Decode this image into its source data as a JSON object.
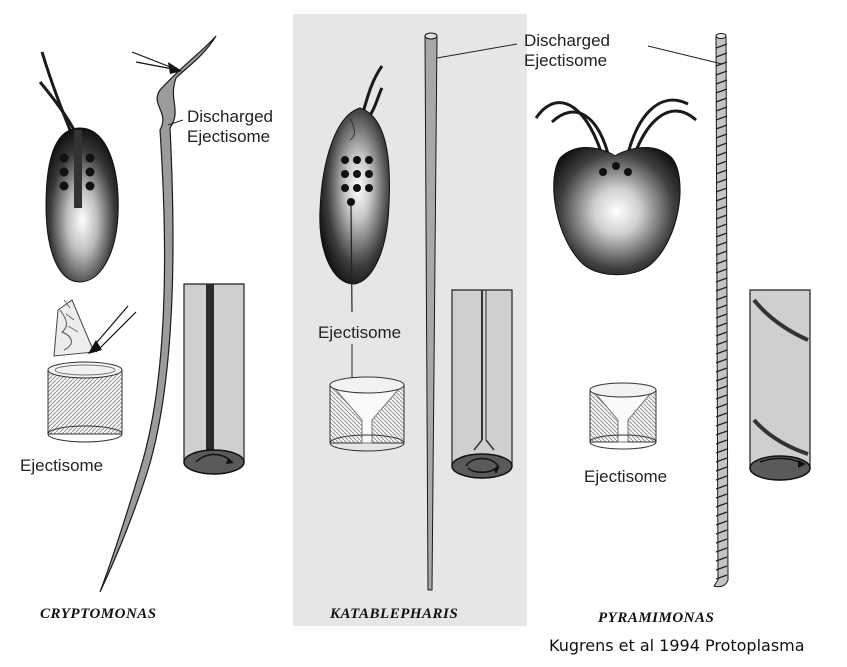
{
  "panels": [
    {
      "genus": "CRYPTOMONAS",
      "discharged_label": [
        "Discharged",
        "Ejectisome"
      ],
      "ejectisome_label": "Ejectisome"
    },
    {
      "genus": "KATABLEPHARIS",
      "discharged_label": [
        "Discharged",
        "Ejectisome"
      ],
      "ejectisome_label": "Ejectisome"
    },
    {
      "genus": "PYRAMIMONAS",
      "ejectisome_label": "Ejectisome"
    }
  ],
  "citation": "Kugrens et al 1994 Protoplasma",
  "colors": {
    "panel_bg": "#e6e6e6",
    "ink": "#1a1a1a",
    "tube": "#c8c8c8"
  }
}
